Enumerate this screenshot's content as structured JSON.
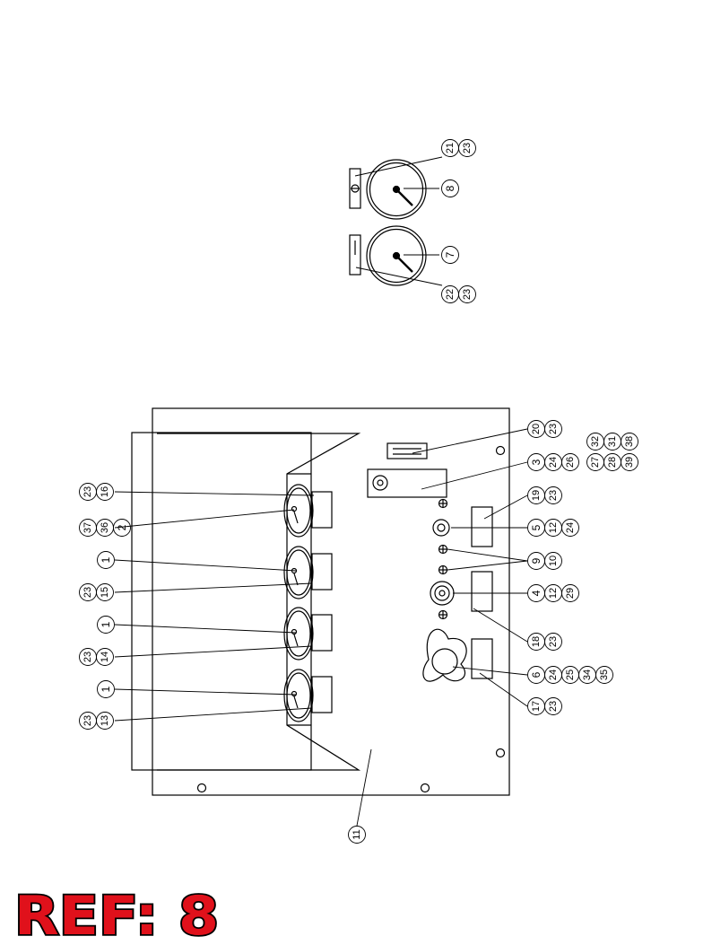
{
  "reference": {
    "label": "REF: 8"
  },
  "callouts": {
    "gauge_upper": [
      "21",
      "23",
      "8"
    ],
    "gauge_lower": [
      "7",
      "22",
      "23"
    ],
    "left_side": [
      "23",
      "16",
      "37",
      "36",
      "2",
      "1",
      "23",
      "15",
      "1",
      "23",
      "14",
      "1",
      "23",
      "13"
    ],
    "right_side": [
      "20",
      "23",
      "3",
      "24",
      "26",
      "27",
      "28",
      "39",
      "32",
      "31",
      "38",
      "19",
      "23",
      "5",
      "12",
      "24",
      "9",
      "10",
      "4",
      "12",
      "29",
      "18",
      "23",
      "6",
      "24",
      "25",
      "34",
      "35",
      "17",
      "23"
    ],
    "bottom": [
      "11"
    ]
  },
  "colors": {
    "line": "#000000",
    "background": "#ffffff",
    "ref_fill": "#e0111b",
    "ref_outline": "#000000"
  }
}
